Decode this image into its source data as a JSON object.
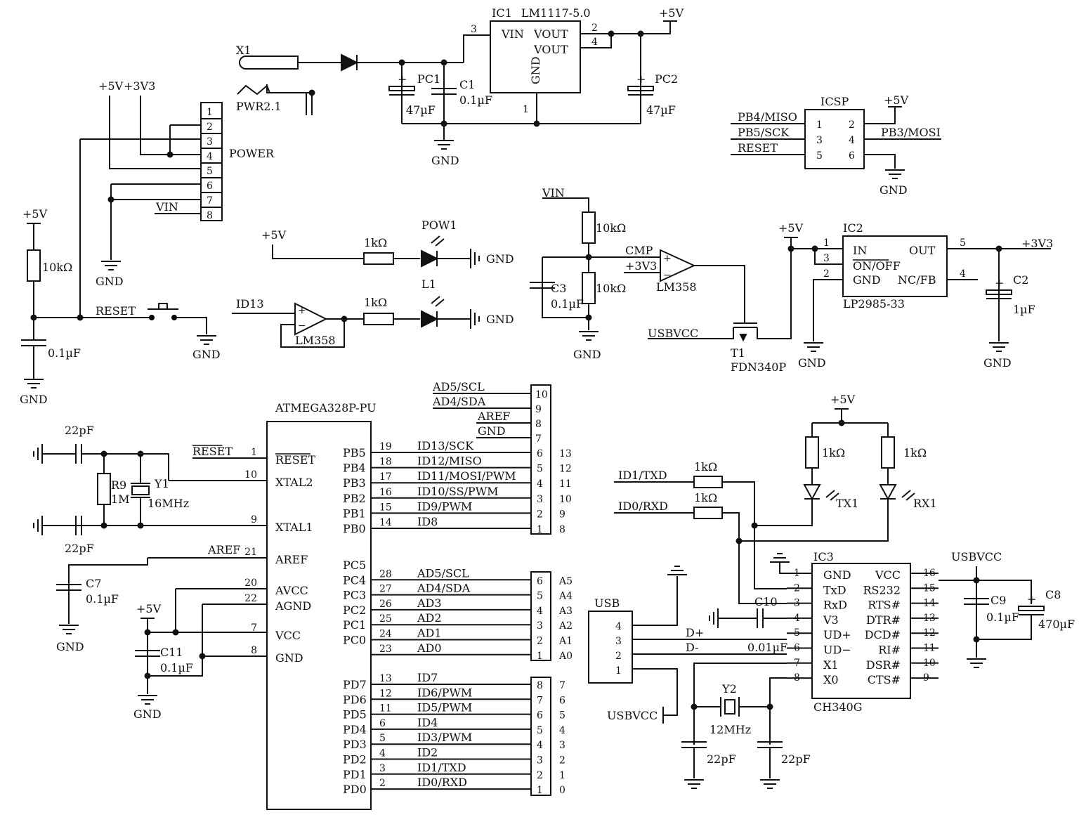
{
  "nets": {
    "p5v": "+5V",
    "p3v3": "+3V3",
    "gnd": "GND",
    "vin": "VIN",
    "reset": "RESET",
    "usbvcc": "USBVCC",
    "cmp": "CMP",
    "id13": "ID13",
    "aref": "AREF",
    "id1txd": "ID1/TXD",
    "id0rxd": "ID0/RXD",
    "dplus": "D+",
    "dminus": "D-"
  },
  "parts": {
    "x1": "X1",
    "pwr": "PWR2.1",
    "ic1": "IC1",
    "ic1_type": "LM1117-5.0",
    "vin_pin": "VIN",
    "vout_pin": "VOUT",
    "pc1": "PC1",
    "pc2": "PC2",
    "c1": "C1",
    "c3": "C3",
    "c7": "C7",
    "c11": "C11",
    "cap47": "47µF",
    "cap01": "0.1µF",
    "cap1u": "1µF",
    "cap22p": "22pF",
    "cap001": "0.01µF",
    "cap470": "470µF",
    "r10k": "10kΩ",
    "r1k": "1kΩ",
    "r9": "R9",
    "r1m": "1M",
    "power": "POWER",
    "icsp": "ICSP",
    "miso": "PB4/MISO",
    "sck": "PB5/SCK",
    "mosi": "PB3/MOSI",
    "pow1": "POW1",
    "l1": "L1",
    "lm358": "LM358",
    "t1": "T1",
    "t1_type": "FDN340P",
    "ic2": "IC2",
    "ic2_type": "LP2985-33",
    "ic2_in": "IN",
    "ic2_onoff": "ON/OFF",
    "ic2_gnd": "GND",
    "ic2_out": "OUT",
    "ic2_ncfb": "NC/FB",
    "c2": "C2",
    "c8": "C8",
    "c9": "C9",
    "c10": "C10",
    "mcu": "ATMEGA328P-PU",
    "y1": "Y1",
    "f16": "16MHz",
    "y2": "Y2",
    "f12": "12MHz",
    "ic3": "IC3",
    "ch340": "CH340G",
    "usb": "USB",
    "tx1": "TX1",
    "rx1": "RX1"
  },
  "power_header_pins": [
    "1",
    "2",
    "3",
    "4",
    "5",
    "6",
    "7",
    "8"
  ],
  "mcu_left_pins": [
    {
      "num": "1",
      "name": "RESET",
      "net": "RESET"
    },
    {
      "num": "10",
      "name": "XTAL2",
      "net": ""
    },
    {
      "num": "9",
      "name": "XTAL1",
      "net": ""
    },
    {
      "num": "21",
      "name": "AREF",
      "net": "AREF"
    },
    {
      "num": "20",
      "name": "AVCC",
      "net": ""
    },
    {
      "num": "22",
      "name": "AGND",
      "net": ""
    },
    {
      "num": "7",
      "name": "VCC",
      "net": ""
    },
    {
      "num": "8",
      "name": "GND",
      "net": ""
    }
  ],
  "mcu_pb": [
    {
      "pin": "PB5",
      "num": "19",
      "sig": "ID13/SCK",
      "hp": "6",
      "hn": "13"
    },
    {
      "pin": "PB4",
      "num": "18",
      "sig": "ID12/MISO",
      "hp": "5",
      "hn": "12"
    },
    {
      "pin": "PB3",
      "num": "17",
      "sig": "ID11/MOSI/PWM",
      "hp": "4",
      "hn": "11"
    },
    {
      "pin": "PB2",
      "num": "16",
      "sig": "ID10/SS/PWM",
      "hp": "3",
      "hn": "10"
    },
    {
      "pin": "PB1",
      "num": "15",
      "sig": "ID9/PWM",
      "hp": "2",
      "hn": "9"
    },
    {
      "pin": "PB0",
      "num": "14",
      "sig": "ID8",
      "hp": "1",
      "hn": "8"
    }
  ],
  "header10_top": [
    {
      "sig": "AD5/SCL",
      "hp": "10"
    },
    {
      "sig": "AD4/SDA",
      "hp": "9"
    },
    {
      "sig": "AREF",
      "hp": "8"
    },
    {
      "sig": "GND",
      "hp": "7"
    }
  ],
  "mcu_pc": [
    {
      "pin": "PC5",
      "num": "",
      "sig": "",
      "hp": "",
      "hn": ""
    },
    {
      "pin": "PC4",
      "num": "28",
      "sig": "AD5/SCL",
      "hp": "6",
      "hn": "A5"
    },
    {
      "pin": "PC3",
      "num": "27",
      "sig": "AD4/SDA",
      "hp": "5",
      "hn": "A4"
    },
    {
      "pin": "PC2",
      "num": "26",
      "sig": "AD3",
      "hp": "4",
      "hn": "A3"
    },
    {
      "pin": "PC1",
      "num": "25",
      "sig": "AD2",
      "hp": "3",
      "hn": "A2"
    },
    {
      "pin": "PC0",
      "num": "24",
      "sig": "AD1",
      "hp": "2",
      "hn": "A1"
    },
    {
      "pin": "",
      "num": "23",
      "sig": "AD0",
      "hp": "1",
      "hn": "A0"
    }
  ],
  "mcu_pd": [
    {
      "pin": "PD7",
      "num": "13",
      "sig": "ID7",
      "hp": "8",
      "hn": "7"
    },
    {
      "pin": "PD6",
      "num": "12",
      "sig": "ID6/PWM",
      "hp": "7",
      "hn": "6"
    },
    {
      "pin": "PD5",
      "num": "11",
      "sig": "ID5/PWM",
      "hp": "6",
      "hn": "5"
    },
    {
      "pin": "PD4",
      "num": "6",
      "sig": "ID4",
      "hp": "5",
      "hn": "4"
    },
    {
      "pin": "PD3",
      "num": "5",
      "sig": "ID3/PWM",
      "hp": "4",
      "hn": "3"
    },
    {
      "pin": "PD2",
      "num": "4",
      "sig": "ID2",
      "hp": "3",
      "hn": "2"
    },
    {
      "pin": "PD1",
      "num": "3",
      "sig": "ID1/TXD",
      "hp": "2",
      "hn": "1"
    },
    {
      "pin": "PD0",
      "num": "2",
      "sig": "ID0/RXD",
      "hp": "1",
      "hn": "0"
    }
  ],
  "ch340_left": [
    {
      "num": "1",
      "name": "GND"
    },
    {
      "num": "2",
      "name": "TxD"
    },
    {
      "num": "3",
      "name": "RxD"
    },
    {
      "num": "4",
      "name": "V3"
    },
    {
      "num": "5",
      "name": "UD+"
    },
    {
      "num": "6",
      "name": "UD−"
    },
    {
      "num": "7",
      "name": "X1"
    },
    {
      "num": "8",
      "name": "X0"
    }
  ],
  "ch340_right": [
    {
      "num": "16",
      "name": "VCC"
    },
    {
      "num": "15",
      "name": "RS232"
    },
    {
      "num": "14",
      "name": "RTS#"
    },
    {
      "num": "13",
      "name": "DTR#"
    },
    {
      "num": "12",
      "name": "DCD#"
    },
    {
      "num": "11",
      "name": "RI#"
    },
    {
      "num": "10",
      "name": "DSR#"
    },
    {
      "num": "9",
      "name": "CTS#"
    }
  ],
  "usb_pins": [
    "4",
    "3",
    "2",
    "1"
  ],
  "icsp_rows": [
    {
      "l": "1",
      "r": "2"
    },
    {
      "l": "3",
      "r": "4"
    },
    {
      "l": "5",
      "r": "6"
    }
  ]
}
